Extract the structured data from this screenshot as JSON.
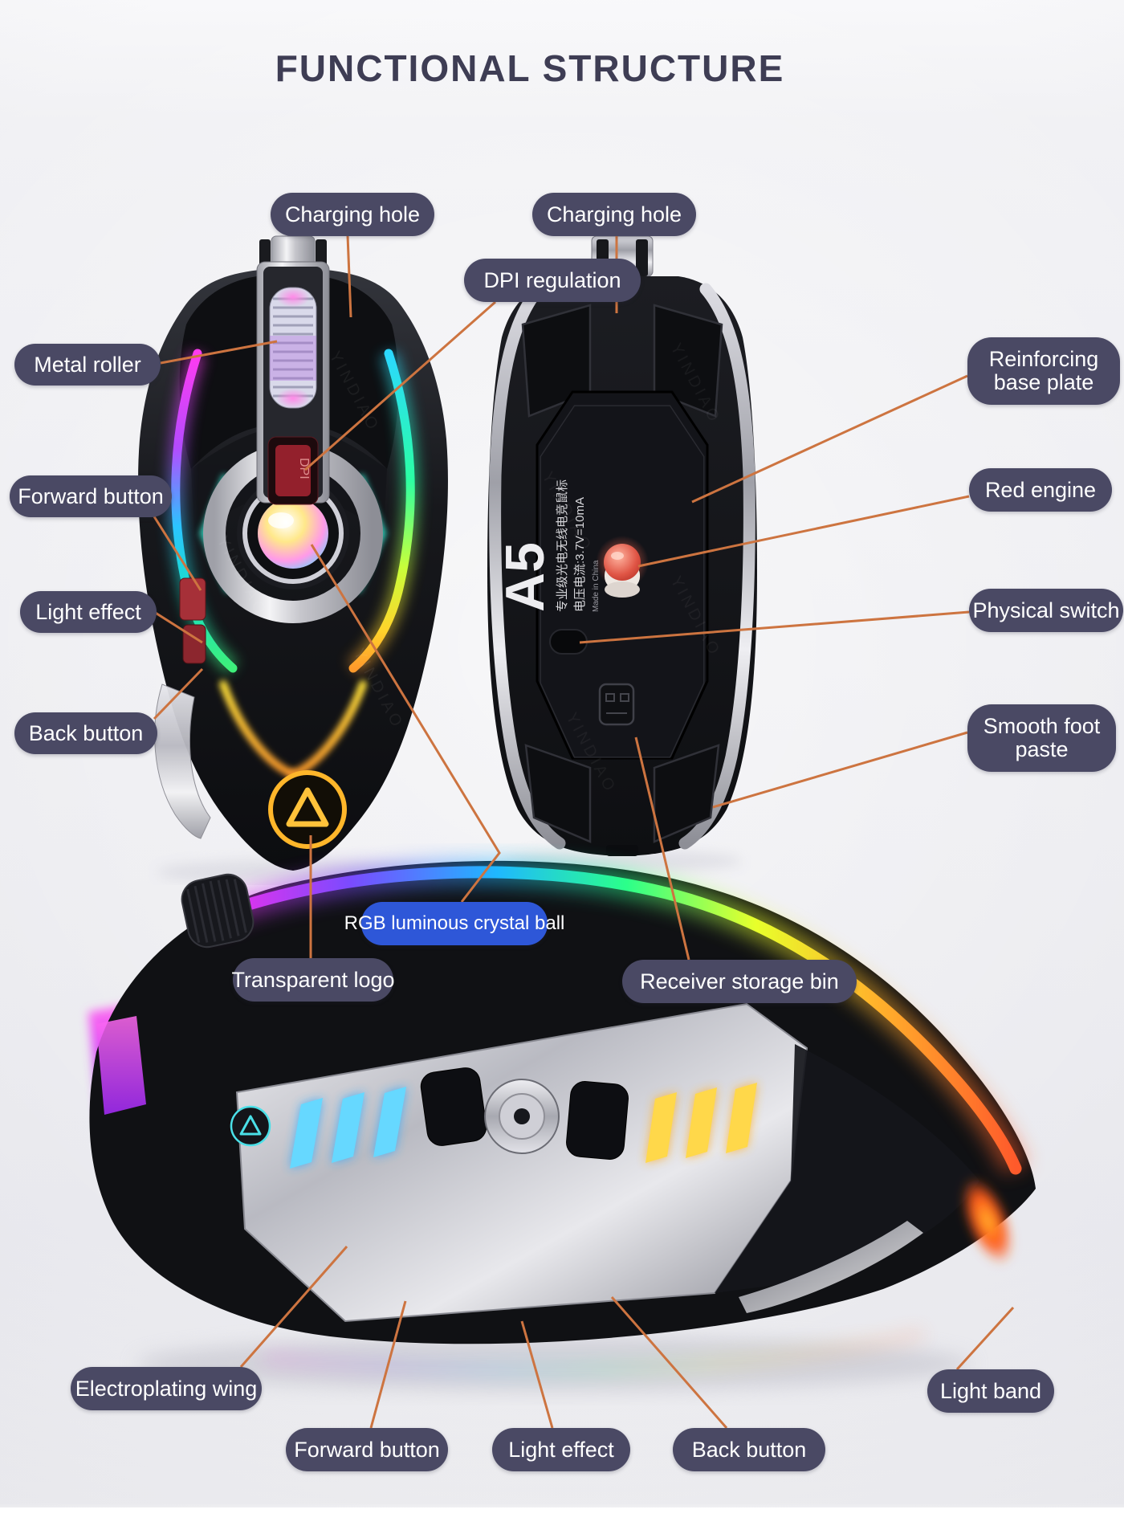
{
  "title": "FUNCTIONAL STRUCTURE",
  "labels": {
    "charging_hole_left": "Charging hole",
    "charging_hole_right": "Charging hole",
    "dpi_regulation": "DPI regulation",
    "metal_roller": "Metal roller",
    "forward_button_top": "Forward button",
    "light_effect_top": "Light effect",
    "back_button_top": "Back button",
    "reinforcing_base_plate": "Reinforcing base plate",
    "red_engine": "Red engine",
    "physical_switch": "Physical switch",
    "smooth_foot_paste": "Smooth foot paste",
    "rgb_crystal_ball": "RGB luminous crystal ball",
    "transparent_logo": "Transparent logo",
    "receiver_storage_bin": "Receiver storage bin",
    "electroplating_wing": "Electroplating wing",
    "forward_button_bottom": "Forward button",
    "light_effect_bottom": "Light effect",
    "back_button_bottom": "Back button",
    "light_band": "Light band"
  },
  "mouse_top": {
    "dpi_button": "DPI",
    "watermark": "YINDIAO"
  },
  "mouse_back": {
    "model": "A5",
    "print_line1": "专业级光电无线电竞鼠标",
    "print_line2": "电压电流:3.7V=10mA",
    "print_line3": "Made in China",
    "watermark": "YINDIAO"
  },
  "colors": {
    "label_bg": "#4a4964",
    "label_text": "#ffffff",
    "highlight_label_bg": "#2e57d8",
    "connector_line": "#cd7440",
    "title_text": "#3e3d54"
  }
}
